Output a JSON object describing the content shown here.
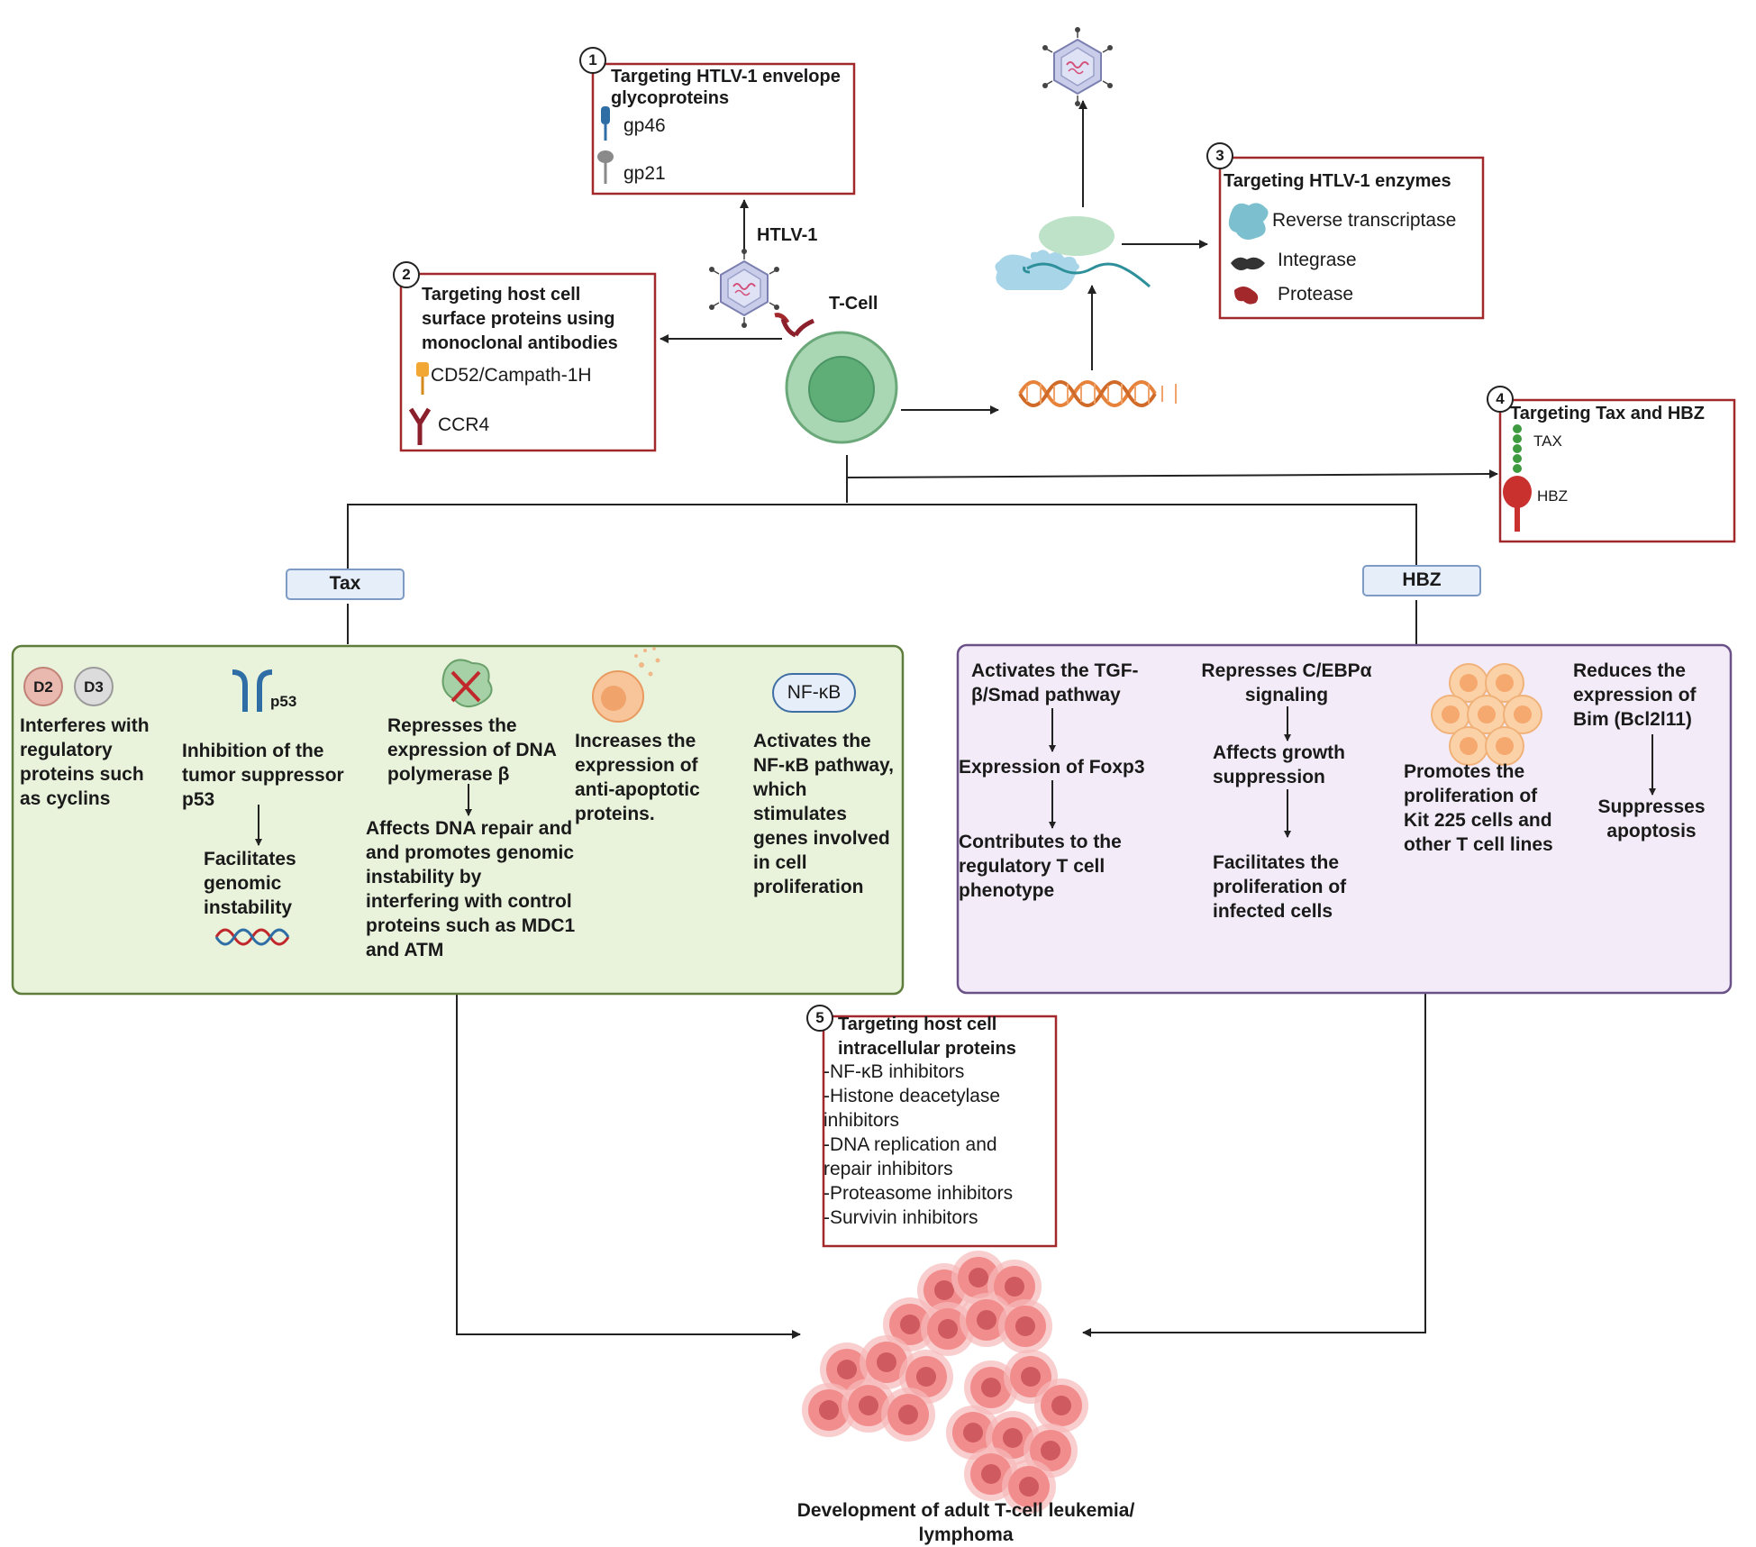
{
  "boxes": {
    "b1": {
      "number": "1",
      "title": "Targeting HTLV-1 envelope glycoproteins",
      "items": [
        "gp46",
        "gp21"
      ]
    },
    "b2": {
      "number": "2",
      "title": "Targeting host cell surface proteins using monoclonal antibodies",
      "items": [
        "CD52/Campath-1H",
        "CCR4"
      ]
    },
    "b3": {
      "number": "3",
      "title": "Targeting HTLV-1 enzymes",
      "items": [
        "Reverse transcriptase",
        "Integrase",
        "Protease"
      ]
    },
    "b4": {
      "number": "4",
      "title": "Targeting Tax and HBZ",
      "items": [
        "TAX",
        "HBZ"
      ]
    },
    "b5": {
      "number": "5",
      "title": "Targeting host cell intracellular proteins",
      "lines": [
        "-NF-κB inhibitors",
        "-Histone deacetylase",
        "inhibitors",
        "-DNA replication and",
        "repair inhibitors",
        "-Proteasome inhibitors",
        "-Survivin inhibitors"
      ]
    }
  },
  "labels": {
    "htlv1": "HTLV-1",
    "tcell": "T-Cell",
    "tax": "Tax",
    "hbz": "HBZ",
    "d2": "D2",
    "d3": "D3",
    "p53": "p53",
    "nfkb": "NF-κB"
  },
  "tax_panel": {
    "c1": "Interferes with regulatory proteins such as cyclins",
    "c2a": "Inhibition of the tumor suppressor p53",
    "c2b": "Facilitates genomic instability",
    "c3a": "Represses the expression of DNA polymerase β",
    "c3b": "Affects DNA repair and and promotes genomic instability by interfering with control proteins such as MDC1 and ATM",
    "c4": "Increases the expression of anti-apoptotic proteins.",
    "c5": "Activates the NF-κB pathway, which stimulates genes involved in cell proliferation"
  },
  "hbz_panel": {
    "c1a": "Activates the TGF-β/Smad pathway",
    "c1b": "Expression of Foxp3",
    "c1c": "Contributes to the regulatory T cell phenotype",
    "c2a": "Represses C/EBPα signaling",
    "c2b": "Affects growth suppression",
    "c2c": "Facilitates the proliferation of infected cells",
    "c3": "Promotes the proliferation of Kit 225 cells and other T cell lines",
    "c4a": "Reduces the expression of Bim (Bcl2l11)",
    "c4b": "Suppresses apoptosis"
  },
  "outcome": "Development of adult T-cell leukemia/ lymphoma",
  "colors": {
    "box_border": "#a3282c",
    "tax_fill": "#e9f3dc",
    "tax_border": "#5e7d3c",
    "hbz_fill": "#f3ecf8",
    "hbz_border": "#6a5187"
  }
}
